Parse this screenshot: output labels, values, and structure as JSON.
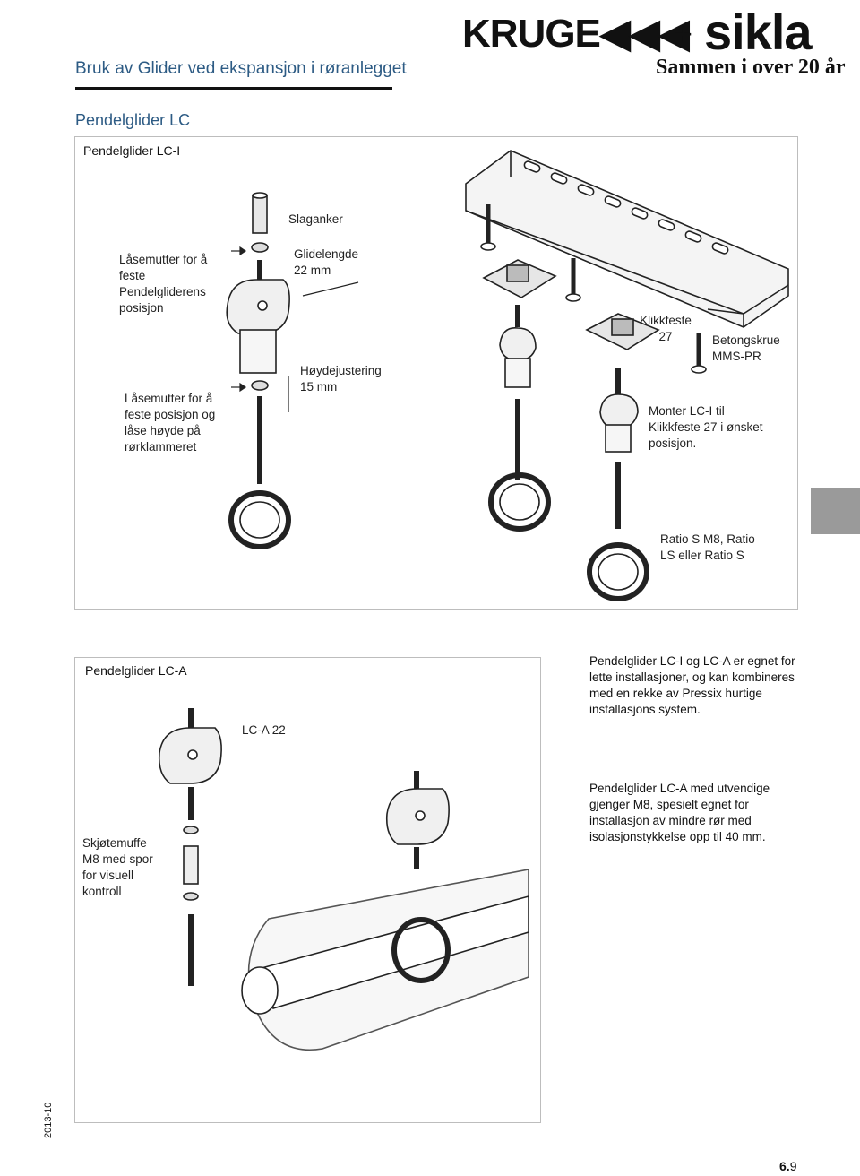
{
  "header": {
    "title": "Bruk av Glider ved ekspansjon i røranlegget",
    "brand_left": "KRUGE◀◀◀",
    "brand_plus": "+",
    "brand_right": "sikla",
    "tagline": "Sammen i over 20 år"
  },
  "section_title": "Pendelglider LC",
  "panel_lc_i": {
    "title": "Pendelglider LC-I",
    "labels": {
      "slaganker": "Slaganker",
      "laasemutter_top": "Låsemutter for å feste Pendelgliderens posisjon",
      "glidelengde": "Glidelengde 22 mm",
      "hoydejustering": "Høydejustering 15 mm",
      "laasemutter_bottom": "Låsemutter for å feste posisjon og låse høyde på rørklammeret",
      "klikkfeste": "Klikkfeste 27",
      "betongskrue": "Betongskrue MMS-PR",
      "monter": "Monter LC-I til Klikkfeste 27 i ønsket posisjon.",
      "ratio": "Ratio S M8, Ratio LS eller Ratio S"
    }
  },
  "panel_lc_a": {
    "title": "Pendelglider LC-A",
    "labels": {
      "lc_a_22": "LC-A 22",
      "skjotemuffe": "Skjøtemuffe M8 med spor for visuell kontroll"
    }
  },
  "text_blocks": {
    "para1": "Pendelglider LC-I og LC-A er egnet for lette installasjoner, og kan kombineres med en rekke av Pressix hurtige installasjons system.",
    "para2": "Pendelglider LC-A med utvendige gjenger M8, spesielt egnet for installasjon av mindre rør med isolasjonstykkelse opp til 40 mm."
  },
  "footer": {
    "date": "2013-10",
    "page_major": "6.",
    "page_minor": "9"
  },
  "colors": {
    "heading_blue": "#2d5b84",
    "tab_gray": "#9a9a9a",
    "box_border": "#bdbdbd"
  }
}
